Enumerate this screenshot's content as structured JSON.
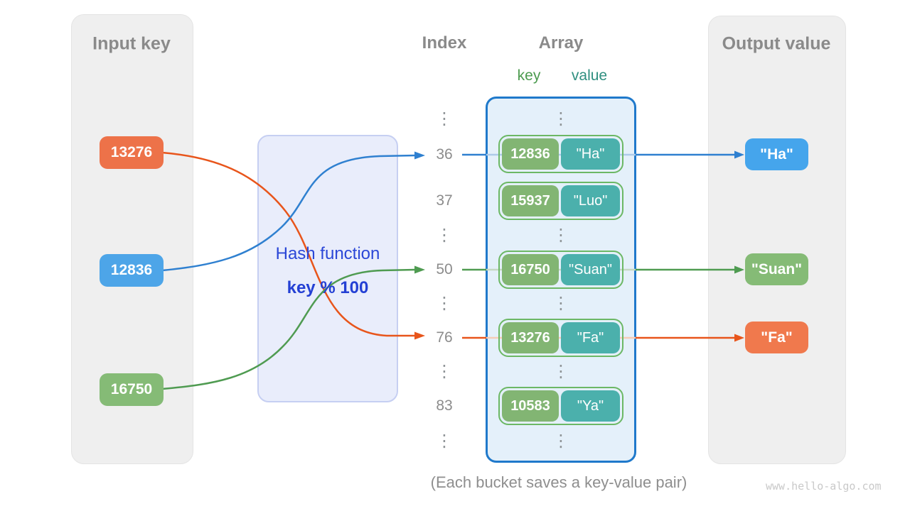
{
  "input_panel": {
    "title": "Input key",
    "keys": [
      {
        "label": "13276"
      },
      {
        "label": "12836"
      },
      {
        "label": "16750"
      }
    ]
  },
  "hash_box": {
    "title": "Hash function",
    "formula": "key % 100"
  },
  "index_column": {
    "title": "Index",
    "rows": [
      {
        "label": "⋮"
      },
      {
        "label": "36"
      },
      {
        "label": "37"
      },
      {
        "label": "⋮"
      },
      {
        "label": "50"
      },
      {
        "label": "⋮"
      },
      {
        "label": "76"
      },
      {
        "label": "⋮"
      },
      {
        "label": "83"
      },
      {
        "label": "⋮"
      }
    ]
  },
  "array": {
    "title": "Array",
    "key_header": "key",
    "value_header": "value",
    "ellipsis": "⋮",
    "buckets": [
      {
        "index": "36",
        "key": "12836",
        "value": "\"Ha\""
      },
      {
        "index": "37",
        "key": "15937",
        "value": "\"Luo\""
      },
      {
        "index": "50",
        "key": "16750",
        "value": "\"Suan\""
      },
      {
        "index": "76",
        "key": "13276",
        "value": "\"Fa\""
      },
      {
        "index": "83",
        "key": "10583",
        "value": "\"Ya\""
      }
    ]
  },
  "output_panel": {
    "title": "Output value",
    "values": [
      {
        "label": "\"Ha\""
      },
      {
        "label": "\"Suan\""
      },
      {
        "label": "\"Fa\""
      }
    ]
  },
  "caption": "(Each bucket saves a key-value pair)",
  "watermark": "www.hello-algo.com",
  "colors": {
    "input_orange": "#ed7249",
    "input_blue": "#4da5e8",
    "input_green": "#85bb76",
    "bucket_key_green": "#82b573",
    "bucket_value_teal": "#4bb0ac",
    "bucket_border_green": "#6cb865",
    "output_blue": "#45a5ec",
    "output_green": "#85bb76",
    "output_orange": "#f0794d",
    "array_fill": "#e4f0fa",
    "array_border_blue": "#1f79cb",
    "hash_fill": "#e9edfb",
    "hash_border": "#c6cff2",
    "hash_text_blue": "#2b47d7",
    "arrow_orange": "#e8551b",
    "arrow_blue": "#2f80d0",
    "arrow_green": "#4f9b51",
    "panel_gray": "#efefef",
    "title_gray": "#8a8a8a",
    "key_header_green": "#4c9b4f",
    "value_header_teal": "#2f8f80"
  }
}
